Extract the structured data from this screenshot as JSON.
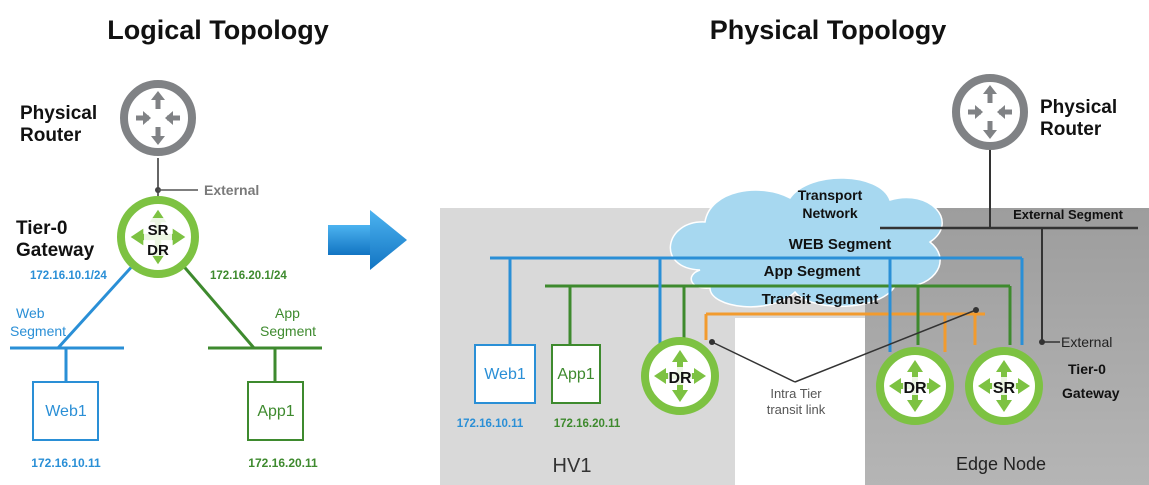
{
  "titles": {
    "logical": "Logical Topology",
    "physical": "Physical Topology"
  },
  "logical": {
    "router": {
      "line1": "Physical",
      "line2": "Router"
    },
    "external": "External",
    "tier0": {
      "line1": "Tier-0",
      "line2": "Gateway",
      "sr": "SR",
      "dr": "DR"
    },
    "ip_web_gw": "172.16.10.1/24",
    "ip_app_gw": "172.16.20.1/24",
    "web_segment": {
      "line1": "Web",
      "line2": "Segment"
    },
    "app_segment": {
      "line1": "App",
      "line2": "Segment"
    },
    "web_vm": "Web1",
    "app_vm": "App1",
    "web_ip": "172.16.10.11",
    "app_ip": "172.16.20.11"
  },
  "physical": {
    "router": {
      "line1": "Physical",
      "line2": "Router"
    },
    "cloud": {
      "line1": "Transport",
      "line2": "Network"
    },
    "external_segment": "External Segment",
    "web_segment": "WEB Segment",
    "app_segment": "App Segment",
    "transit_segment": "Transit Segment",
    "external": "External",
    "web_vm": "Web1",
    "app_vm": "App1",
    "web_ip": "172.16.10.11",
    "app_ip": "172.16.20.11",
    "dr_hv": "DR",
    "dr_edge": "DR",
    "sr_edge": "SR",
    "transit_link": {
      "line1": "Intra Tier",
      "line2": "transit link"
    },
    "tier0": {
      "line1": "Tier-0",
      "line2": "Gateway"
    },
    "hv_label": "HV1",
    "edge_label": "Edge Node"
  },
  "colors": {
    "web": "#2a8fd6",
    "app": "#3e8a2e",
    "transit": "#f29b2e",
    "gateway_green": "#7dc242",
    "router_gray": "#808285",
    "cloud": "#a7d8f0"
  }
}
